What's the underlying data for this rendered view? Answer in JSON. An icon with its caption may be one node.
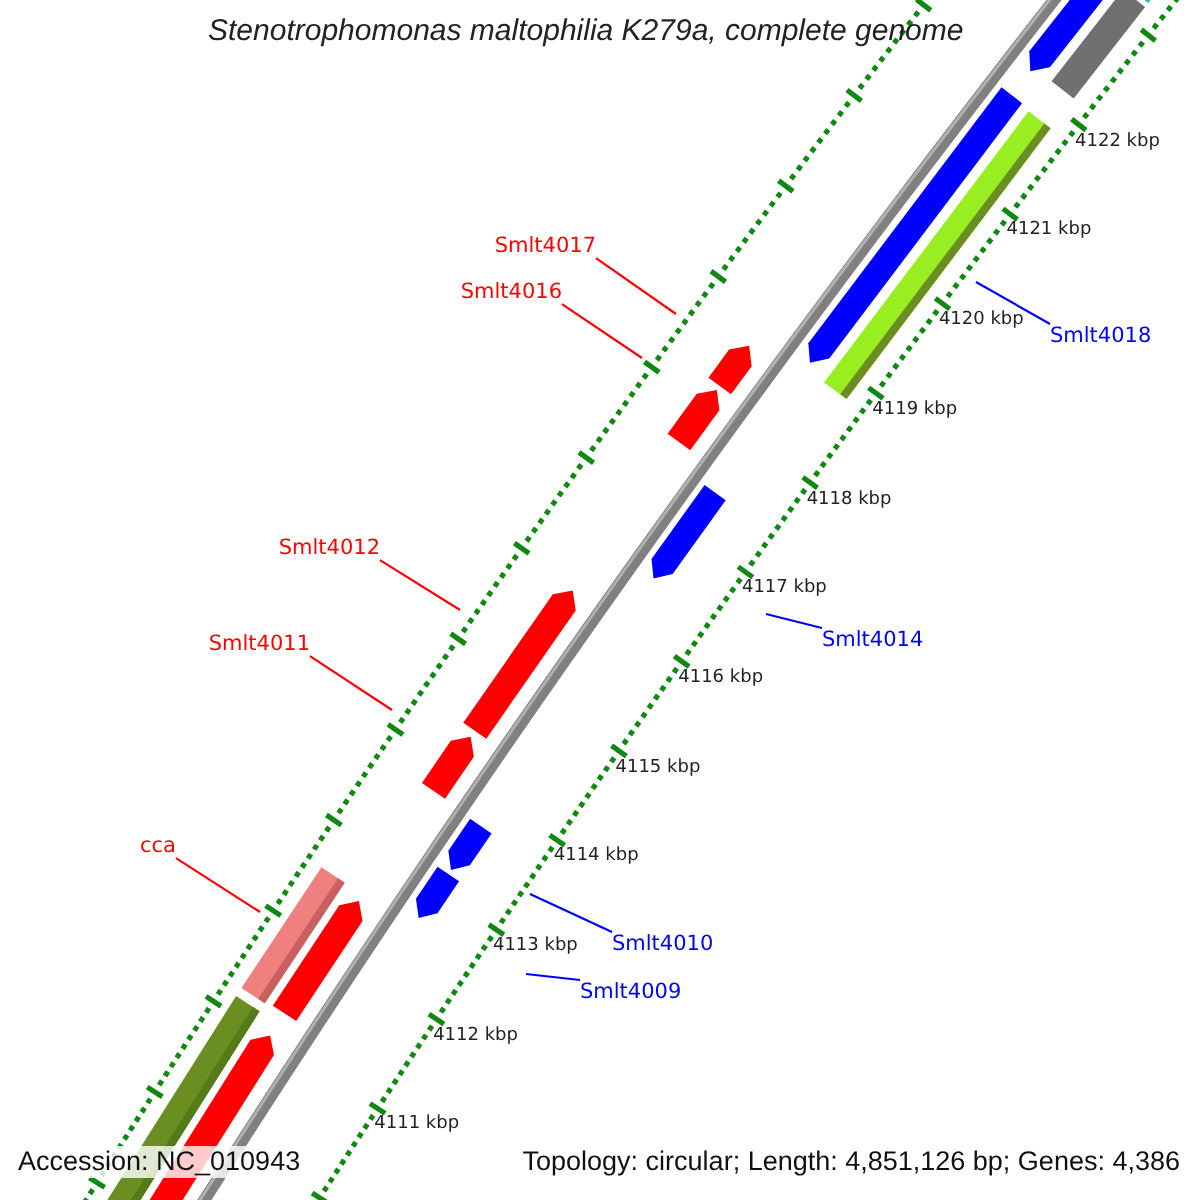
{
  "diagram": {
    "title": "Stenotrophomonas maltophilia K279a, complete genome",
    "nodes": [
      {
        "text": [
          "Smlt4017"
        ]
      },
      {
        "text": [
          "Smlt4016"
        ]
      },
      {
        "text": [
          "Smlt4018"
        ]
      },
      {
        "text": [
          "Smlt4012"
        ]
      },
      {
        "text": [
          "Smlt4014"
        ]
      },
      {
        "text": [
          "Smlt4011"
        ]
      },
      {
        "text": [
          "cca"
        ]
      },
      {
        "text": [
          "Smlt4010"
        ]
      },
      {
        "text": [
          "Smlt4009"
        ]
      }
    ],
    "edges": [
      {
        "from": 0,
        "to": null,
        "arrow": "none"
      },
      {
        "from": 1,
        "to": null,
        "arrow": "none"
      },
      {
        "from": 2,
        "to": null,
        "arrow": "none",
        "color": "#0000ff"
      },
      {
        "from": 3,
        "to": null,
        "arrow": "none"
      },
      {
        "from": 4,
        "to": null,
        "arrow": "none",
        "color": "#0000ff"
      },
      {
        "from": 5,
        "to": null,
        "arrow": "none"
      },
      {
        "from": 6,
        "to": null,
        "arrow": "none"
      },
      {
        "from": 7,
        "to": null,
        "arrow": "none",
        "color": "#0000ff"
      },
      {
        "from": 8,
        "to": null,
        "arrow": "none",
        "color": "#0000ff"
      }
    ],
    "labels": [
      "4122 kbp",
      "4121 kbp",
      "4120 kbp",
      "4119 kbp",
      "4118 kbp",
      "4117 kbp",
      "4116 kbp",
      "4115 kbp",
      "4114 kbp",
      "4113 kbp",
      "4112 kbp",
      "4111 kbp",
      "Accession: NC_010943",
      "Topology: circular; Length: 4,851,126 bp; Genes: 4,386"
    ]
  }
}
